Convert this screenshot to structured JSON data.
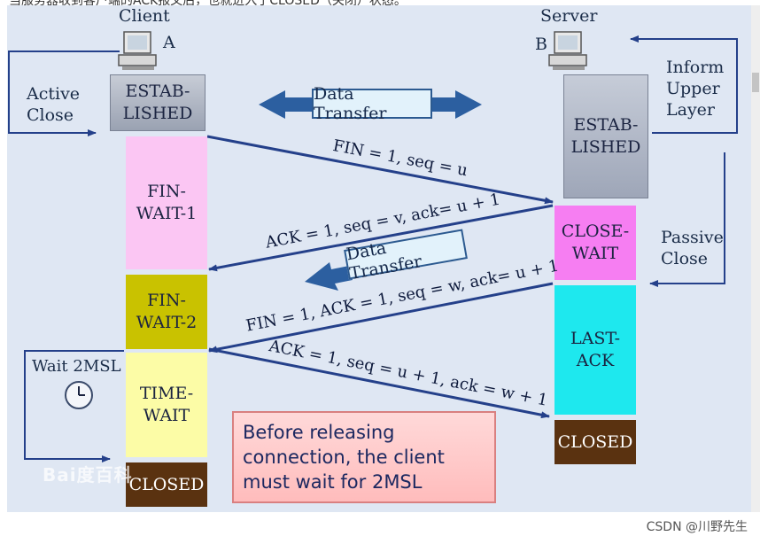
{
  "page_header": "当服务器收到客户端的ACK报文后，也就进入了CLOSED（关闭）状态。",
  "client": {
    "title": "Client",
    "marker": "A"
  },
  "server": {
    "title": "Server",
    "marker": "B"
  },
  "states": {
    "client_established": "ESTAB-\nLISHED",
    "fin_wait_1": "FIN-\nWAIT-1",
    "fin_wait_2": "FIN-\nWAIT-2",
    "time_wait": "TIME-\nWAIT",
    "client_closed": "CLOSED",
    "server_established": "ESTAB-\nLISHED",
    "close_wait": "CLOSE-\nWAIT",
    "last_ack": "LAST-\nACK",
    "server_closed": "CLOSED"
  },
  "labels": {
    "active_close": "Active\nClose",
    "inform_upper_layer": "Inform\nUpper\nLayer",
    "passive_close": "Passive\nClose",
    "wait_2msl": "Wait 2MSL"
  },
  "data_transfer": {
    "top": "Data Transfer",
    "middle": "Data Transfer"
  },
  "messages": {
    "m1": "FIN = 1, seq = u",
    "m2": "ACK = 1, seq = v, ack= u + 1",
    "m3": "FIN = 1, ACK = 1, seq = w, ack= u + 1",
    "m4": "ACK = 1, seq = u + 1, ack = w + 1"
  },
  "note": "Before releasing\nconnection, the client\nmust wait for 2MSL",
  "watermarks": {
    "baidu": "Bai度百科",
    "csdn": "CSDN @川野先生"
  },
  "colors": {
    "background": "#dfe7f3",
    "established": "#b2b9c6",
    "fin_wait_1": "#fbc6f3",
    "fin_wait_2": "#c9c200",
    "time_wait": "#fcfca6",
    "closed": "#5a3210",
    "close_wait": "#f67ef2",
    "last_ack": "#1ee8ee",
    "arrow": "#24408a"
  }
}
